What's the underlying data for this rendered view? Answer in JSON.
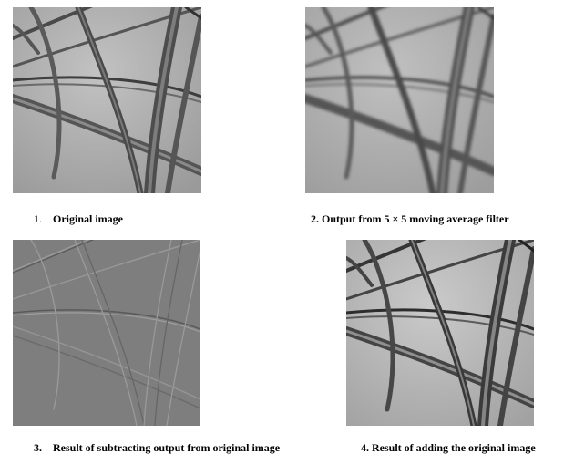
{
  "figure": {
    "panels": [
      {
        "id": "p1",
        "number": "1.",
        "caption": "Original image",
        "style": "original"
      },
      {
        "id": "p2",
        "number": "2.",
        "caption": "Output from 5 × 5 moving average filter",
        "style": "blurred"
      },
      {
        "id": "p3",
        "number": "3.",
        "caption": "Result of subtracting output from original image",
        "style": "difference"
      },
      {
        "id": "p4",
        "number": "4.",
        "caption": "Result of adding the original image",
        "style": "sharpened"
      }
    ]
  }
}
